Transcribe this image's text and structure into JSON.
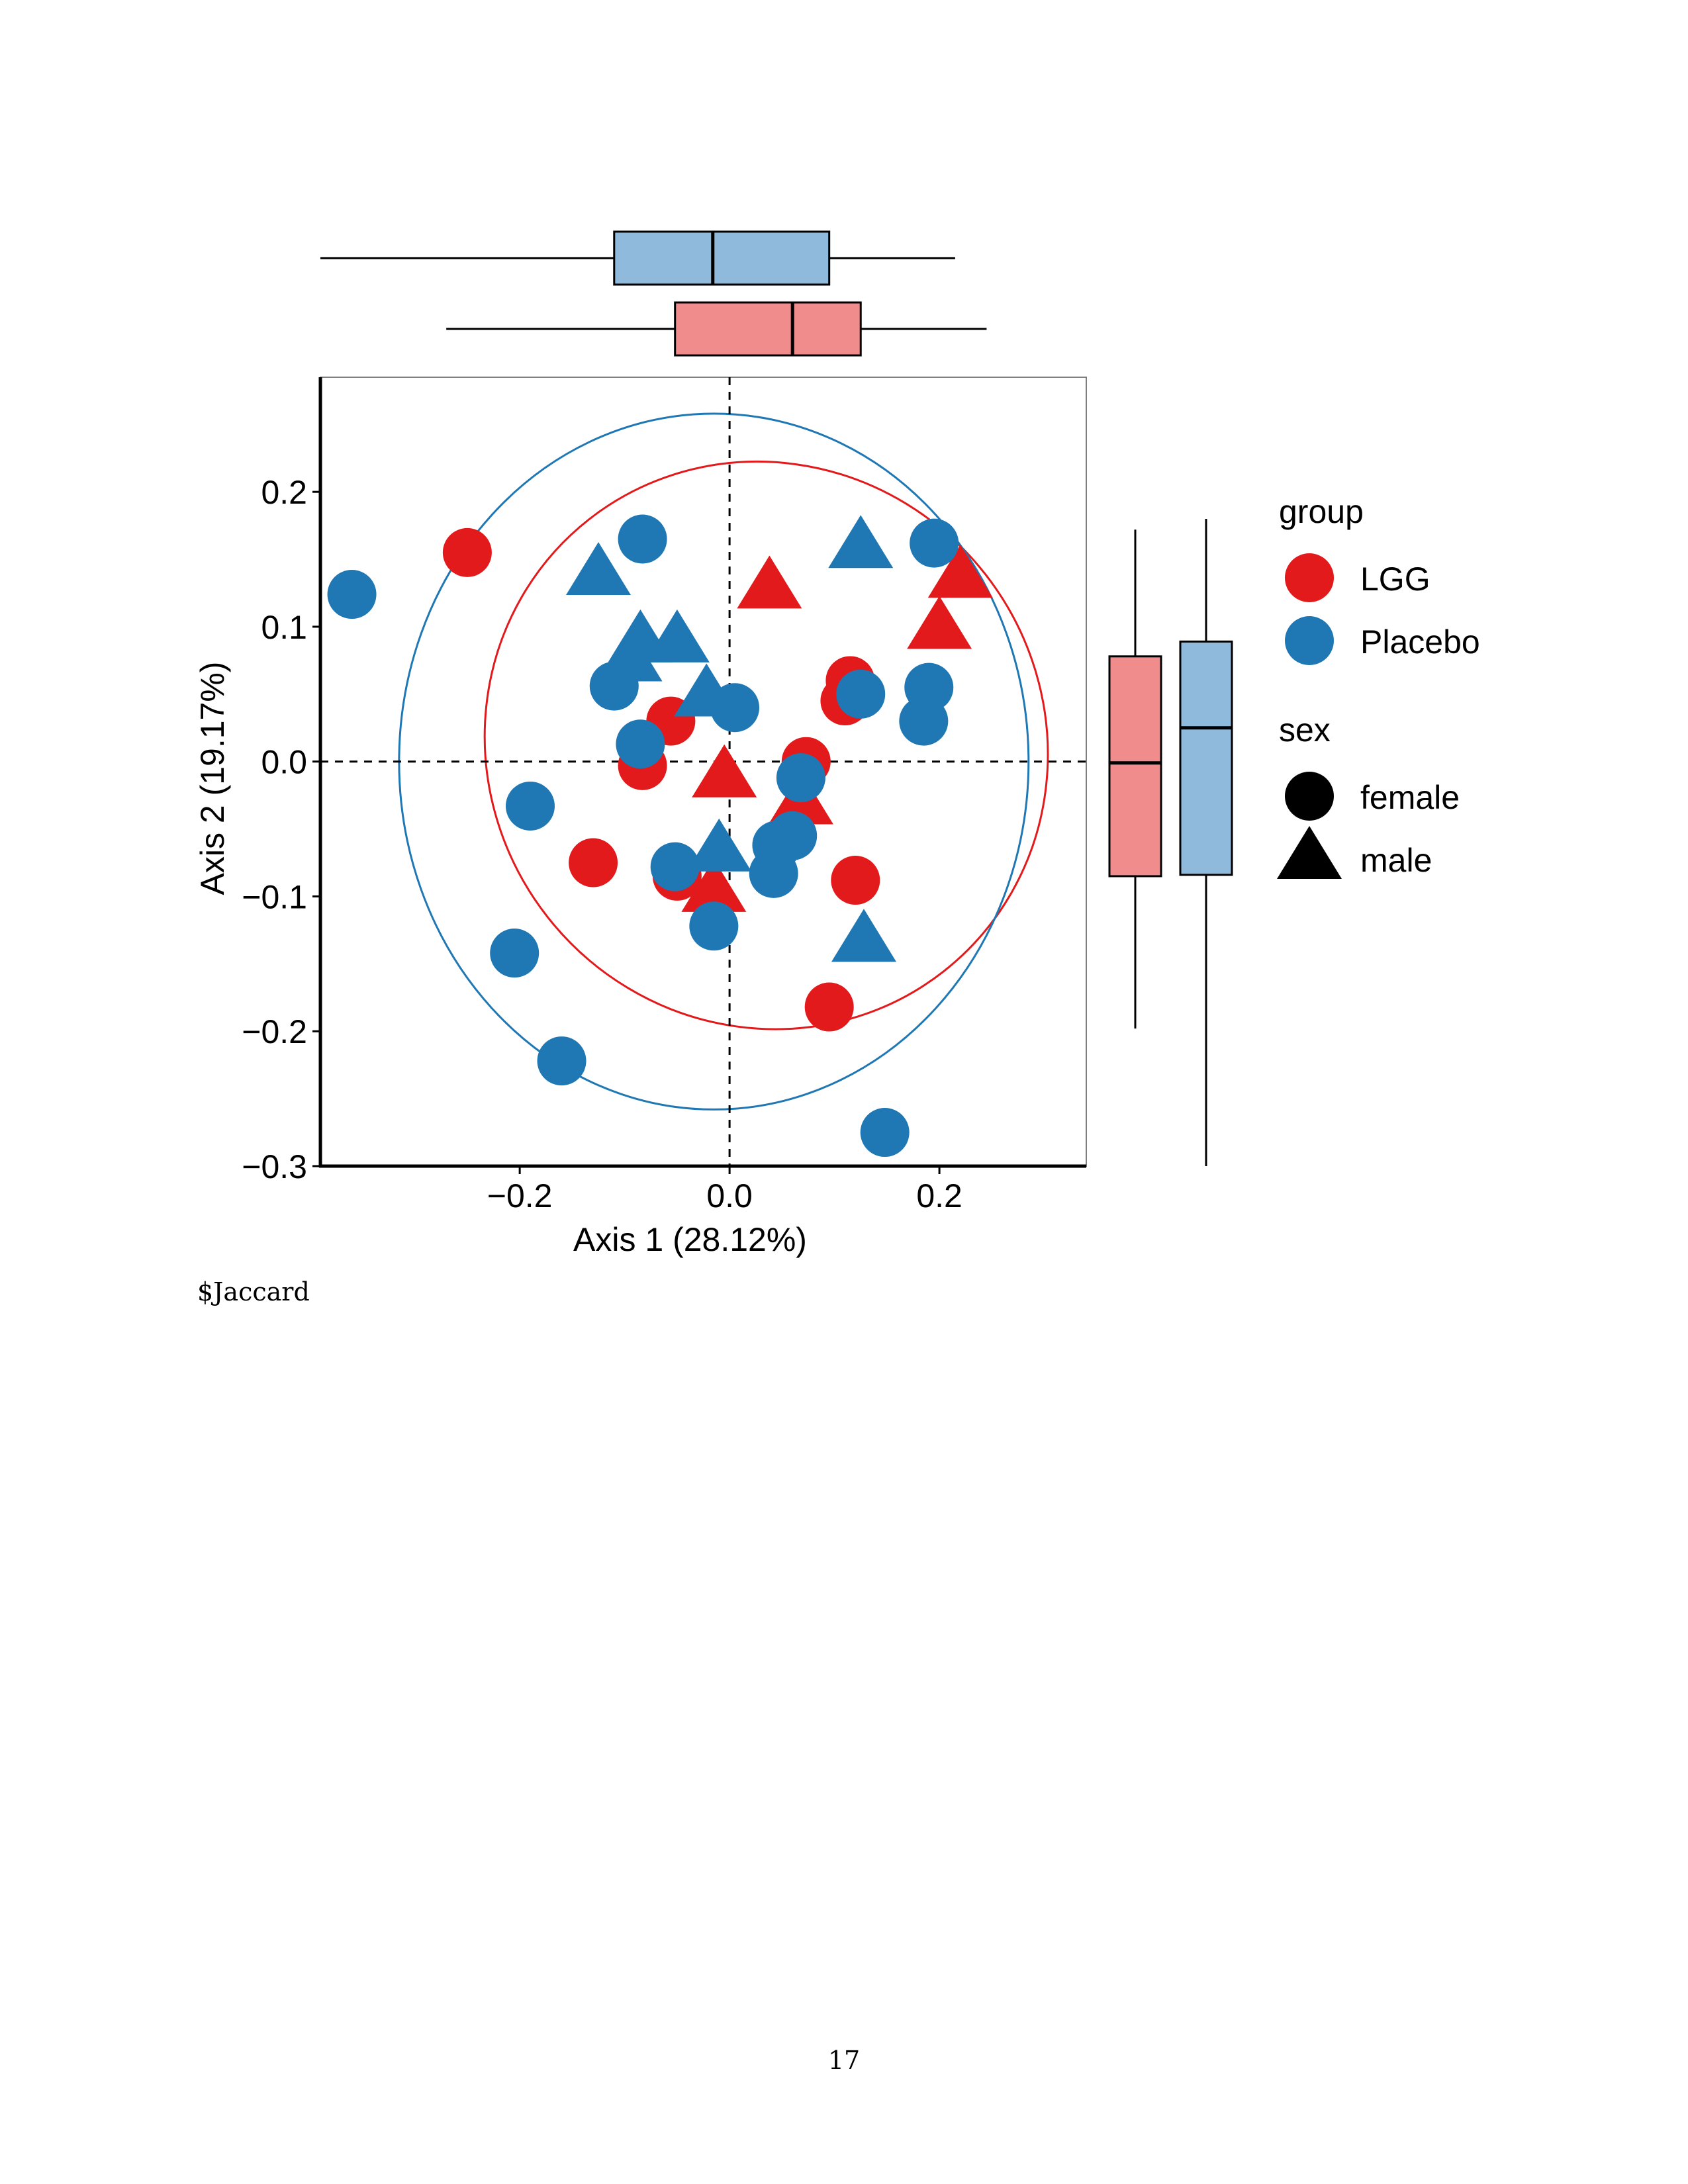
{
  "caption": "$Jaccard",
  "page_number": "17",
  "colors": {
    "LGG": "#e31a1c",
    "Placebo": "#1f78b4",
    "LGG_box_fill": "#f08c8c",
    "Placebo_box_fill": "#8fbadb"
  },
  "chart_data": {
    "type": "scatter",
    "xlabel": "Axis 1 (28.12%)",
    "ylabel": "Axis 2 (19.17%)",
    "xlim": [
      -0.39,
      0.34
    ],
    "ylim": [
      -0.3,
      0.285
    ],
    "xticks": [
      -0.2,
      0.0,
      0.2
    ],
    "xtick_labels": [
      "−0.2",
      "0.0",
      "0.2"
    ],
    "yticks": [
      0.2,
      0.1,
      0.0,
      -0.1,
      -0.2,
      -0.3
    ],
    "ytick_labels": [
      "0.2",
      "0.1",
      "0.0",
      "−0.1",
      "−0.2",
      "−0.3"
    ],
    "grid": false,
    "reference_lines": {
      "x": 0,
      "y": 0,
      "style": "dashed"
    },
    "legend_position": "right",
    "legend": {
      "group_title": "group",
      "group_items": [
        {
          "label": "LGG",
          "color": "#e31a1c"
        },
        {
          "label": "Placebo",
          "color": "#1f78b4"
        }
      ],
      "sex_title": "sex",
      "sex_items": [
        {
          "label": "female",
          "shape": "circle"
        },
        {
          "label": "male",
          "shape": "triangle"
        }
      ]
    },
    "series": [
      {
        "name": "LGG",
        "points": [
          {
            "x": -0.25,
            "y": 0.155,
            "shape": "circle"
          },
          {
            "x": 0.115,
            "y": 0.06,
            "shape": "circle"
          },
          {
            "x": 0.11,
            "y": 0.045,
            "shape": "circle"
          },
          {
            "x": -0.056,
            "y": 0.03,
            "shape": "circle"
          },
          {
            "x": -0.083,
            "y": -0.003,
            "shape": "circle"
          },
          {
            "x": 0.073,
            "y": 0.0,
            "shape": "circle"
          },
          {
            "x": -0.13,
            "y": -0.075,
            "shape": "circle"
          },
          {
            "x": -0.05,
            "y": -0.085,
            "shape": "circle"
          },
          {
            "x": 0.12,
            "y": -0.088,
            "shape": "circle"
          },
          {
            "x": 0.095,
            "y": -0.182,
            "shape": "circle"
          },
          {
            "x": 0.038,
            "y": 0.13,
            "shape": "triangle"
          },
          {
            "x": 0.22,
            "y": 0.138,
            "shape": "triangle"
          },
          {
            "x": 0.2,
            "y": 0.1,
            "shape": "triangle"
          },
          {
            "x": -0.005,
            "y": -0.01,
            "shape": "triangle"
          },
          {
            "x": 0.068,
            "y": -0.03,
            "shape": "triangle"
          },
          {
            "x": -0.015,
            "y": -0.095,
            "shape": "triangle"
          }
        ],
        "ellipse": {
          "cx": 0.035,
          "cy": 0.012,
          "rx": 0.265,
          "ry": 0.213,
          "angle_deg": -38
        }
      },
      {
        "name": "Placebo",
        "points": [
          {
            "x": -0.36,
            "y": 0.124,
            "shape": "circle"
          },
          {
            "x": -0.083,
            "y": 0.165,
            "shape": "circle"
          },
          {
            "x": 0.195,
            "y": 0.162,
            "shape": "circle"
          },
          {
            "x": -0.11,
            "y": 0.056,
            "shape": "circle"
          },
          {
            "x": 0.005,
            "y": 0.04,
            "shape": "circle"
          },
          {
            "x": 0.125,
            "y": 0.05,
            "shape": "circle"
          },
          {
            "x": 0.19,
            "y": 0.055,
            "shape": "circle"
          },
          {
            "x": 0.185,
            "y": 0.03,
            "shape": "circle"
          },
          {
            "x": -0.085,
            "y": 0.013,
            "shape": "circle"
          },
          {
            "x": 0.068,
            "y": -0.012,
            "shape": "circle"
          },
          {
            "x": -0.19,
            "y": -0.033,
            "shape": "circle"
          },
          {
            "x": 0.045,
            "y": -0.062,
            "shape": "circle"
          },
          {
            "x": 0.06,
            "y": -0.055,
            "shape": "circle"
          },
          {
            "x": 0.042,
            "y": -0.083,
            "shape": "circle"
          },
          {
            "x": -0.052,
            "y": -0.078,
            "shape": "circle"
          },
          {
            "x": -0.015,
            "y": -0.122,
            "shape": "circle"
          },
          {
            "x": -0.205,
            "y": -0.142,
            "shape": "circle"
          },
          {
            "x": -0.16,
            "y": -0.222,
            "shape": "circle"
          },
          {
            "x": 0.148,
            "y": -0.275,
            "shape": "circle"
          },
          {
            "x": -0.125,
            "y": 0.14,
            "shape": "triangle"
          },
          {
            "x": 0.125,
            "y": 0.16,
            "shape": "triangle"
          },
          {
            "x": -0.085,
            "y": 0.09,
            "shape": "triangle"
          },
          {
            "x": -0.05,
            "y": 0.09,
            "shape": "triangle"
          },
          {
            "x": -0.095,
            "y": 0.076,
            "shape": "triangle"
          },
          {
            "x": -0.022,
            "y": 0.05,
            "shape": "triangle"
          },
          {
            "x": -0.01,
            "y": -0.065,
            "shape": "triangle"
          },
          {
            "x": 0.128,
            "y": -0.132,
            "shape": "triangle"
          }
        ],
        "ellipse": {
          "cx": -0.015,
          "cy": 0.0,
          "rx": 0.3,
          "ry": 0.258,
          "angle_deg": 0
        }
      }
    ],
    "marginal_boxplots": {
      "x_axis": [
        {
          "name": "Placebo",
          "min": -0.39,
          "q1": -0.11,
          "median": -0.016,
          "q3": 0.095,
          "max": 0.215
        },
        {
          "name": "LGG",
          "min": -0.27,
          "q1": -0.052,
          "median": 0.06,
          "q3": 0.125,
          "max": 0.245
        }
      ],
      "y_axis": [
        {
          "name": "LGG",
          "min": -0.198,
          "q1": -0.085,
          "median": -0.001,
          "q3": 0.078,
          "max": 0.172
        },
        {
          "name": "Placebo",
          "min": -0.3,
          "q1": -0.084,
          "median": 0.025,
          "q3": 0.089,
          "max": 0.18
        }
      ]
    }
  }
}
